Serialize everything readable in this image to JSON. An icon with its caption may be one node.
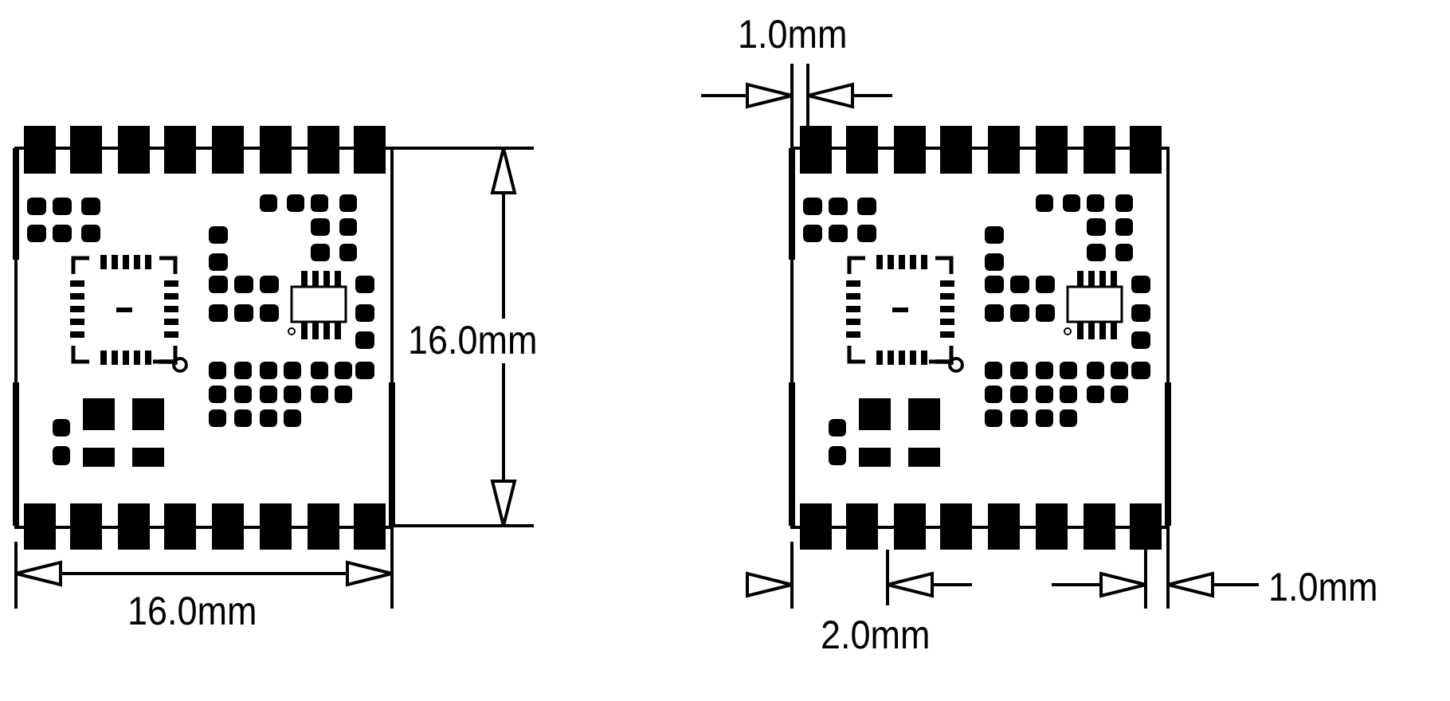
{
  "diagram": {
    "labels": [
      "1.0mm",
      "16.0mm",
      "1.0mm",
      "16.0mm",
      "2.0mm"
    ]
  }
}
